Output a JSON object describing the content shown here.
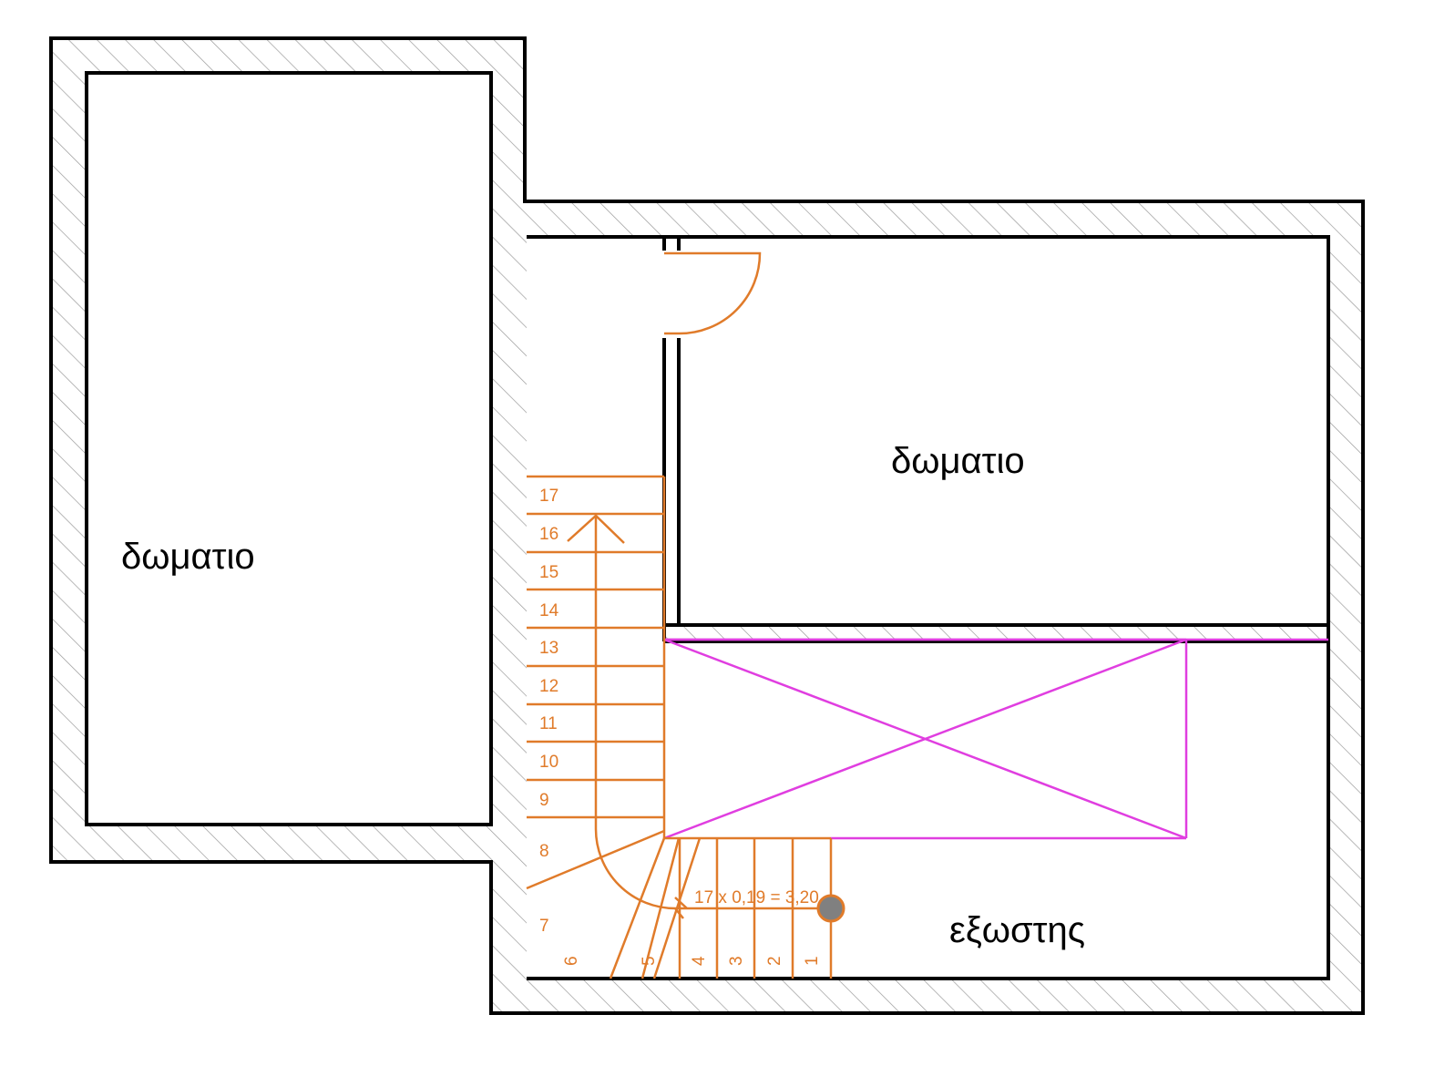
{
  "plan": {
    "rooms": {
      "left": "δωματιο",
      "upper_right": "δωματιο",
      "balcony": "εξωστης"
    },
    "stair": {
      "steps": [
        "1",
        "2",
        "3",
        "4",
        "5",
        "6",
        "7",
        "8",
        "9",
        "10",
        "11",
        "12",
        "13",
        "14",
        "15",
        "16",
        "17"
      ],
      "calculation": "17 x 0,19 = 3,20"
    },
    "colors": {
      "wall": "#000000",
      "hatch": "#9a9a9a",
      "stair": "#e07b2a",
      "void": "#e03ee0",
      "post": "#808080"
    }
  }
}
